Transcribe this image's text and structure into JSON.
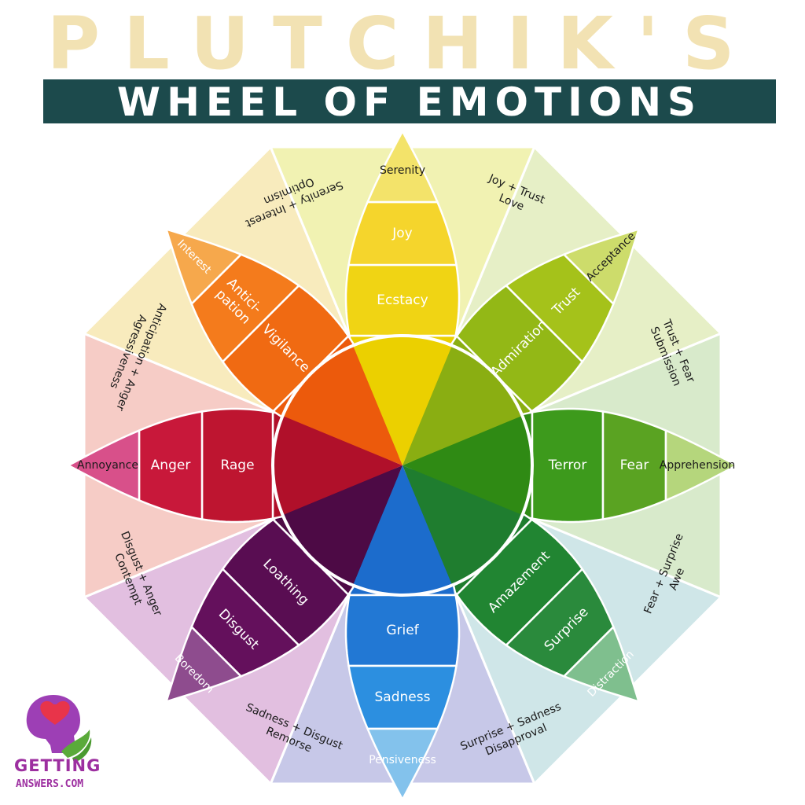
{
  "header": {
    "title_line1": "PLUTCHIK'S",
    "title_line2": "WHEEL OF EMOTIONS"
  },
  "petals": [
    {
      "id": "yellow",
      "emotions": [
        "Serenity",
        "Joy",
        "Ecstacy"
      ],
      "colors": [
        "#f5d52c",
        "#f0d414",
        "#ebd000"
      ],
      "tip": "#f3e36a"
    },
    {
      "id": "lime",
      "emotions": [
        "Acceptance",
        "Trust",
        "Admiration"
      ],
      "colors": [
        "#a5c21a",
        "#93b816",
        "#8aae12"
      ],
      "tip": "#cddc6b"
    },
    {
      "id": "green",
      "emotions": [
        "Apprehension",
        "Fear",
        "Terror"
      ],
      "colors": [
        "#5aa322",
        "#3d9a1c",
        "#2f8a14"
      ],
      "tip": "#b5d67c"
    },
    {
      "id": "darkgreen",
      "emotions": [
        "Distraction",
        "Surprise",
        "Amazement"
      ],
      "colors": [
        "#2a8a3c",
        "#218532",
        "#1f7d2f"
      ],
      "tip": "#7fbf8e"
    },
    {
      "id": "blue",
      "emotions": [
        "Pensiveness",
        "Sadness",
        "Grief"
      ],
      "colors": [
        "#2c8fe0",
        "#2278d4",
        "#1c6ccc"
      ],
      "tip": "#83c2ec"
    },
    {
      "id": "purple",
      "emotions": [
        "Boredom",
        "Disgust",
        "Loathing"
      ],
      "colors": [
        "#64105c",
        "#590d52",
        "#4d0a45"
      ],
      "tip": "#8e4c8e"
    },
    {
      "id": "red",
      "emotions": [
        "Annoyance",
        "Anger",
        "Rage"
      ],
      "colors": [
        "#c8183a",
        "#be1530",
        "#b0102a"
      ],
      "tip": "#d8508a"
    },
    {
      "id": "orange",
      "emotions": [
        "Interest",
        "Anticipation",
        "Vigilance"
      ],
      "colors": [
        "#f47b1c",
        "#f06a12",
        "#ec5a0c"
      ],
      "tip": "#f6a84c"
    }
  ],
  "petal_display": {
    "anticipation": [
      "Antici-",
      "pation"
    ]
  },
  "dyads": [
    {
      "combo": "Joy + Trust",
      "result": "Love",
      "color": "#f1f2b2"
    },
    {
      "combo": "Trust + Fear",
      "result": "Submission",
      "color": "#e6efc6"
    },
    {
      "combo": "Fear + Surprise",
      "result": "Awe",
      "color": "#d8eacb"
    },
    {
      "combo": "Surprise + Sadness",
      "result": "Disapproval",
      "color": "#cfe6e8"
    },
    {
      "combo": "Sadness + Disgust",
      "result": "Remorse",
      "color": "#c7c8e8"
    },
    {
      "combo": "Disgust + Anger",
      "result": "Contempt",
      "color": "#e2bfe0"
    },
    {
      "combo": "Anticipation + Anger",
      "result": "Agressiveness",
      "color": "#f6ccc6"
    },
    {
      "combo": "Serenity + Interest",
      "result": "Optimism",
      "color": "#f8ebbd"
    }
  ],
  "logo": {
    "line1": "GETTING",
    "line2": "ANSWERS.COM"
  }
}
